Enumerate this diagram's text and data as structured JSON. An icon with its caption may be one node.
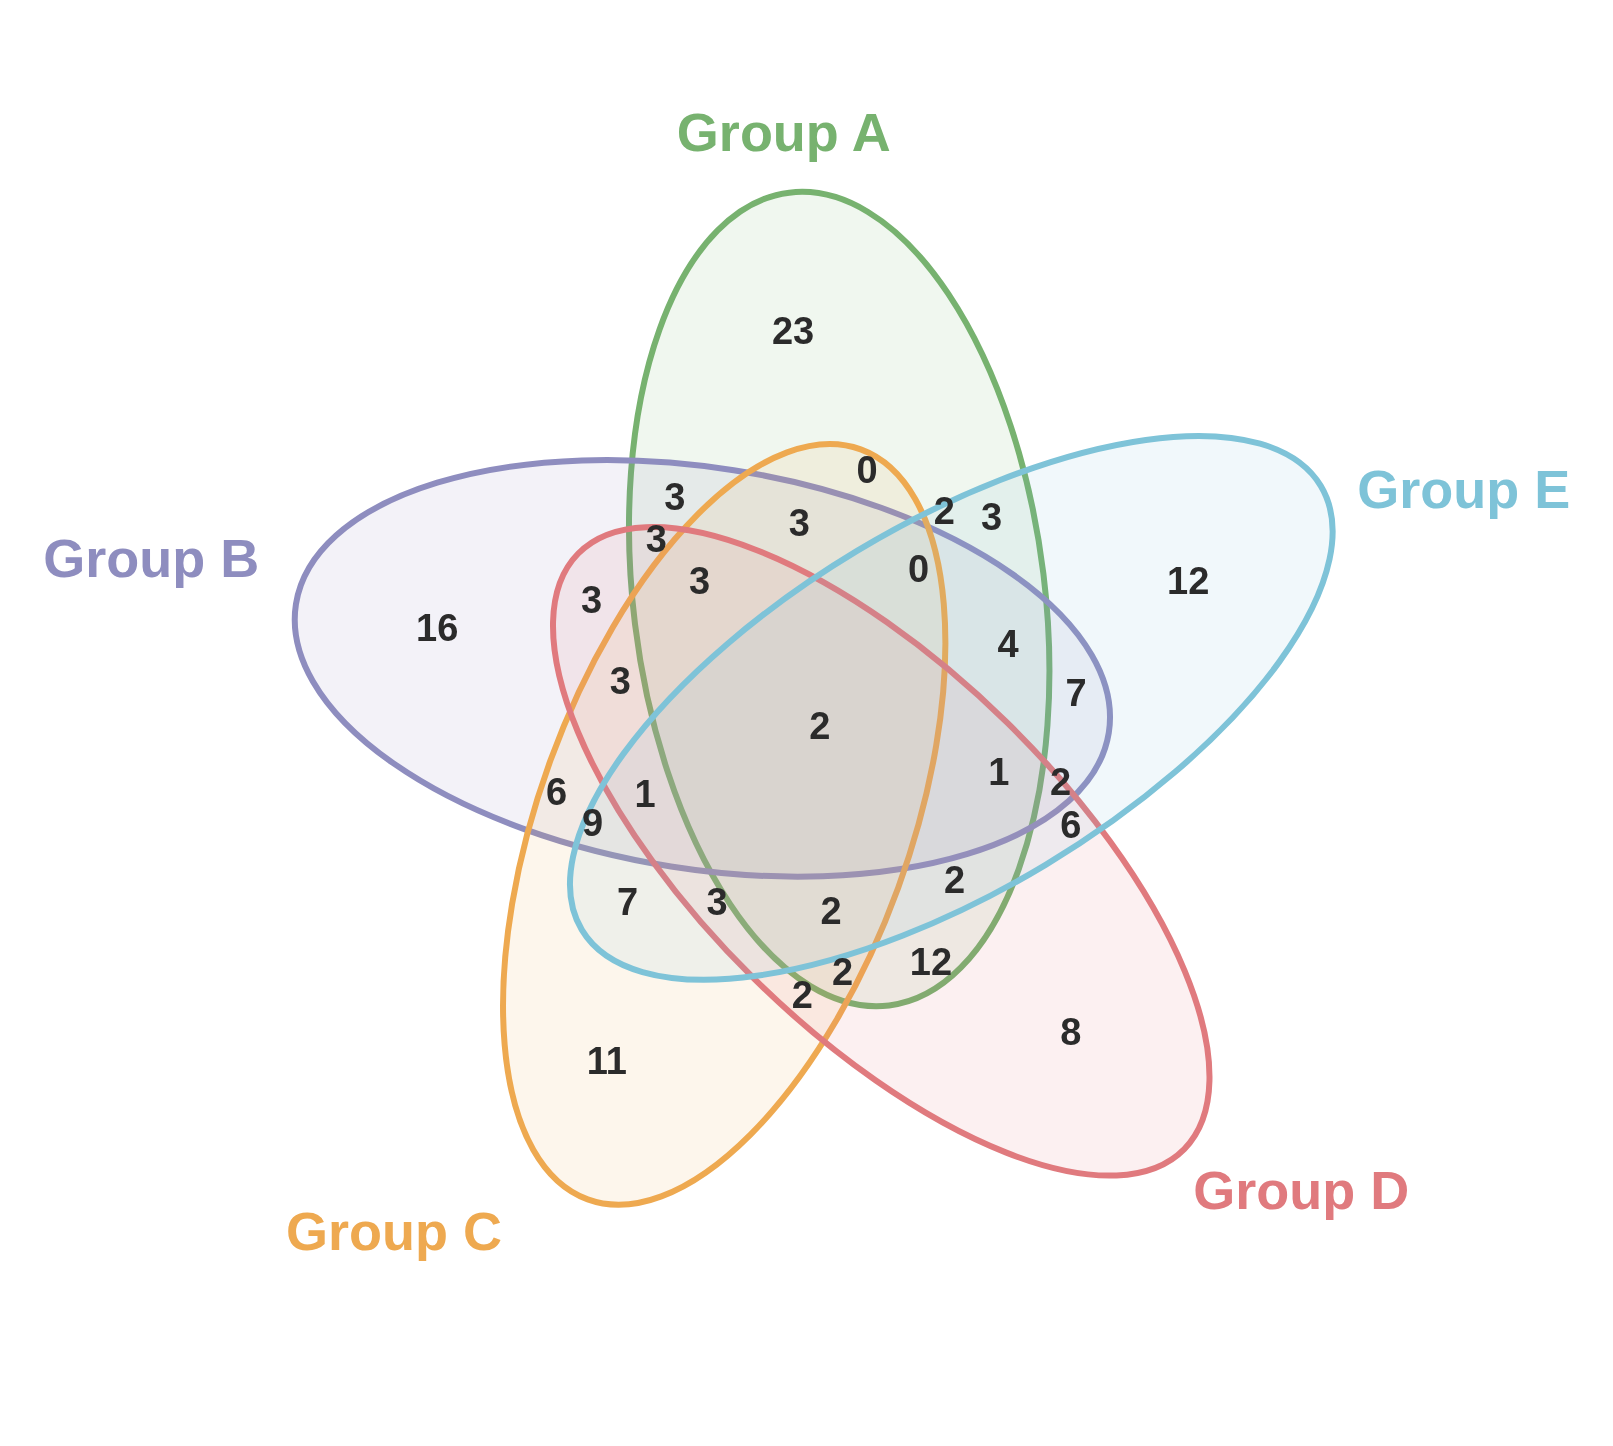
{
  "diagram": {
    "nodes": [
      {
        "text": [
          "Group A"
        ]
      },
      {
        "text": [
          "Group B"
        ]
      },
      {
        "text": [
          "Group C"
        ]
      },
      {
        "text": [
          "Group D"
        ]
      },
      {
        "text": [
          "Group E"
        ]
      }
    ],
    "labels": [
      "23",
      "0",
      "3",
      "2",
      "3",
      "3",
      "3",
      "0",
      "3",
      "12",
      "3",
      "16",
      "4",
      "3",
      "7",
      "2",
      "1",
      "2",
      "6",
      "1",
      "9",
      "6",
      "2",
      "7",
      "3",
      "2",
      "12",
      "2",
      "2",
      "8",
      "11"
    ]
  }
}
